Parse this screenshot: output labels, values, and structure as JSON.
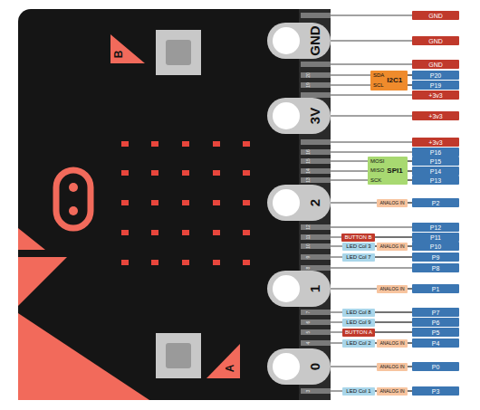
{
  "diagram": {
    "nodes": [
      {
        "text": [
          "GND"
        ]
      },
      {
        "text": [
          "GND"
        ]
      },
      {
        "text": [
          "GND"
        ]
      },
      {
        "text": [
          "SDA",
          "SCL",
          "I2C1"
        ]
      },
      {
        "text": [
          "P20"
        ]
      },
      {
        "text": [
          "P19"
        ]
      },
      {
        "text": [
          "+3v3"
        ]
      },
      {
        "text": [
          "+3v3"
        ]
      },
      {
        "text": [
          "+3v3"
        ]
      },
      {
        "text": [
          "MOSI",
          "MISO",
          "SCK",
          "SPI1"
        ]
      },
      {
        "text": [
          "P16"
        ]
      },
      {
        "text": [
          "P15"
        ]
      },
      {
        "text": [
          "P14"
        ]
      },
      {
        "text": [
          "P13"
        ]
      },
      {
        "text": [
          "ANALOG IN"
        ]
      },
      {
        "text": [
          "P2"
        ]
      },
      {
        "text": [
          "P12"
        ]
      },
      {
        "text": [
          "BUTTON B"
        ]
      },
      {
        "text": [
          "P11"
        ]
      },
      {
        "text": [
          "LED Col 3"
        ]
      },
      {
        "text": [
          "ANALOG IN"
        ]
      },
      {
        "text": [
          "P10"
        ]
      },
      {
        "text": [
          "LED Col 7"
        ]
      },
      {
        "text": [
          "P9"
        ]
      },
      {
        "text": [
          "P8"
        ]
      },
      {
        "text": [
          "ANALOG IN"
        ]
      },
      {
        "text": [
          "P1"
        ]
      },
      {
        "text": [
          "LED Col 8"
        ]
      },
      {
        "text": [
          "P7"
        ]
      },
      {
        "text": [
          "LED Col 9"
        ]
      },
      {
        "text": [
          "P6"
        ]
      },
      {
        "text": [
          "BUTTON A"
        ]
      },
      {
        "text": [
          "P5"
        ]
      },
      {
        "text": [
          "LED Col 2"
        ]
      },
      {
        "text": [
          "ANALOG IN"
        ]
      },
      {
        "text": [
          "P4"
        ]
      },
      {
        "text": [
          "ANALOG IN"
        ]
      },
      {
        "text": [
          "P0"
        ]
      },
      {
        "text": [
          "LED Col 1"
        ]
      },
      {
        "text": [
          "ANALOG IN"
        ]
      },
      {
        "text": [
          "P3"
        ]
      }
    ],
    "edges": [
      {
        "from": 3,
        "to": 4,
        "arrow": "none"
      },
      {
        "from": 3,
        "to": 5,
        "arrow": "none"
      },
      {
        "from": 9,
        "to": 11,
        "arrow": "none"
      },
      {
        "from": 9,
        "to": 12,
        "arrow": "none"
      },
      {
        "from": 9,
        "to": 13,
        "arrow": "none"
      },
      {
        "from": 14,
        "to": 15,
        "arrow": "none"
      },
      {
        "from": 17,
        "to": 18,
        "arrow": "none"
      },
      {
        "from": 19,
        "to": 20,
        "arrow": "none"
      },
      {
        "from": 20,
        "to": 21,
        "arrow": "none"
      },
      {
        "from": 22,
        "to": 23,
        "arrow": "none"
      },
      {
        "from": 25,
        "to": 26,
        "arrow": "none"
      },
      {
        "from": 27,
        "to": 28,
        "arrow": "none"
      },
      {
        "from": 29,
        "to": 30,
        "arrow": "none"
      },
      {
        "from": 31,
        "to": 32,
        "arrow": "none"
      },
      {
        "from": 33,
        "to": 34,
        "arrow": "none"
      },
      {
        "from": 34,
        "to": 35,
        "arrow": "none"
      },
      {
        "from": 36,
        "to": 37,
        "arrow": "none"
      },
      {
        "from": 38,
        "to": 39,
        "arrow": "none"
      },
      {
        "from": 39,
        "to": 40,
        "arrow": "none"
      }
    ],
    "labels": [
      "GND",
      "B",
      "3V",
      "2",
      "1",
      "A",
      "0",
      "20",
      "19",
      "16",
      "15",
      "14",
      "13",
      "12",
      "11",
      "10",
      "9",
      "8",
      "7",
      "6",
      "5",
      "4",
      "3"
    ]
  }
}
